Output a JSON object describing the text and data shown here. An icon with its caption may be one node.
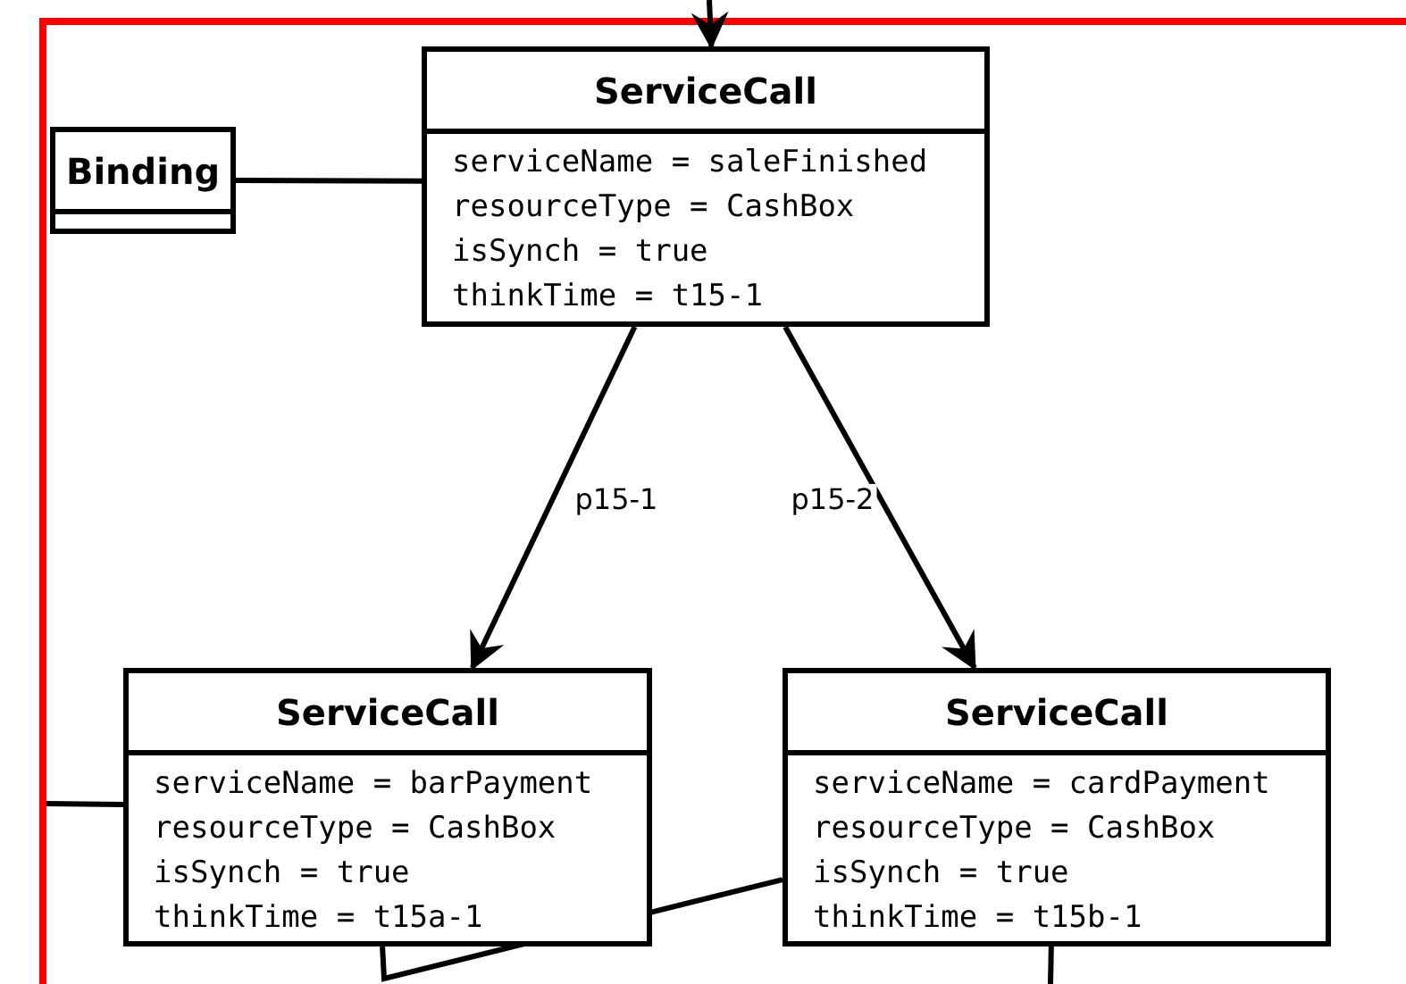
{
  "diagram": {
    "nodes": [
      {
        "text": [
          "Binding"
        ]
      },
      {
        "text": [
          "ServiceCall",
          "serviceName = saleFinished",
          "resourceType = CashBox",
          "isSynch = true",
          "thinkTime = t15-1"
        ]
      },
      {
        "text": [
          "ServiceCall",
          "serviceName = barPayment",
          "resourceType = CashBox",
          "isSynch = true",
          "thinkTime = t15a-1"
        ]
      },
      {
        "text": [
          "ServiceCall",
          "serviceName = cardPayment",
          "resourceType = CashBox",
          "isSynch = true",
          "thinkTime = t15b-1"
        ]
      }
    ],
    "edges": [
      {
        "from": 0,
        "to": 1,
        "arrow": "none"
      },
      {
        "from": 1,
        "to": 2,
        "arrow": "to",
        "label": "p15-1"
      },
      {
        "from": 1,
        "to": 3,
        "arrow": "to",
        "label": "p15-2"
      },
      {
        "from": null,
        "to": 1,
        "arrow": "to"
      },
      {
        "from": null,
        "to": 2,
        "arrow": "none"
      },
      {
        "from": 3,
        "to": 2,
        "arrow": "none"
      },
      {
        "from": 3,
        "to": null,
        "arrow": "none"
      }
    ]
  }
}
